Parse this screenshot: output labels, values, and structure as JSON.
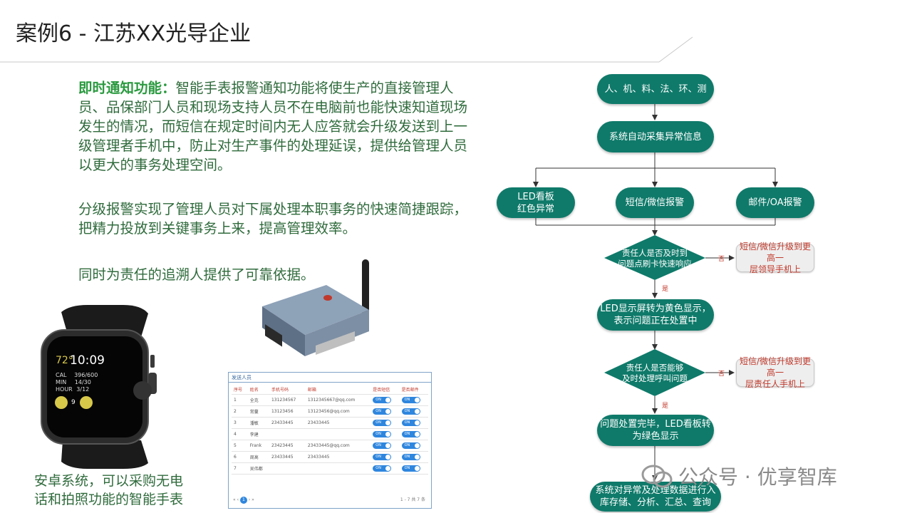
{
  "title": "案例6 -  江苏XX光导企业",
  "para1": {
    "bold": "即时通知功能：",
    "text": "智能手表报警通知功能将使生产的直接管理人员、品保部门人员和现场支持人员不在电脑前也能快速知道现场发生的情况，而短信在规定时间内无人应答就会升级发送到上一级管理者手机中，防止对生产事件的处理延误，提供给管理人员以更大的事务处理空间。"
  },
  "para2": "分级报警实现了管理人员对下属处理本职事务的快速简捷跟踪，把精力投放到关键事务上来，提高管理效率。",
  "para3": "同时为责任的追溯人提供了可靠依据。",
  "caption_line1": "安卓系统，可以采购无电",
  "caption_line2": "话和拍照功能的智能手表",
  "watch": {
    "temp": "72°",
    "time": "10:09",
    "cal": "CAL",
    "cal_v": "396/600",
    "min": "MIN",
    "min_v": "14/30",
    "hour": "HOUR",
    "hour_v": "3/12",
    "num": "9"
  },
  "table": {
    "title": "发送人员",
    "headers": [
      "序号",
      "姓名",
      "手机号码",
      "邮箱",
      "是否短信",
      "是否邮件"
    ],
    "toggle_label": "ON",
    "rows": [
      {
        "no": "1",
        "name": "全克",
        "phone": "131234567",
        "email": "1312345667@qq.com",
        "sms": true,
        "mail": true
      },
      {
        "no": "2",
        "name": "常蔓",
        "phone": "13123456",
        "email": "13123456@qq.com",
        "sms": true,
        "mail": true
      },
      {
        "no": "3",
        "name": "潘敏",
        "phone": "23433445",
        "email": "23433445",
        "sms": true,
        "mail": true
      },
      {
        "no": "4",
        "name": "李建",
        "phone": "",
        "email": "",
        "sms": true,
        "mail": true
      },
      {
        "no": "5",
        "name": "Frank",
        "phone": "23423445",
        "email": "23433445@qq.com",
        "sms": true,
        "mail": true
      },
      {
        "no": "6",
        "name": "周高",
        "phone": "23433445",
        "email": "23433445",
        "sms": true,
        "mail": true
      },
      {
        "no": "7",
        "name": "吴伟都",
        "phone": "",
        "email": "",
        "sms": true,
        "mail": true
      }
    ],
    "page": "1",
    "count": "1 - 7 共 7 条"
  },
  "flow": {
    "n1": "人、机、料、法、环、测",
    "n2": "系统自动采集异常信息",
    "n3a_1": "LED看板",
    "n3a_2": "红色异常",
    "n3b": "短信/微信报警",
    "n3c": "邮件/OA报警",
    "d1_1": "责任人是否及时到",
    "d1_2": "问题点刷卡快速响应",
    "r1_1": "短信/微信升级到更高一",
    "r1_2": "层领导手机上",
    "n4_1": "LED显示屏转为黄色显示，",
    "n4_2": "表示问题正在处置中",
    "d2_1": "责任人是否能够",
    "d2_2": "及时处理呼叫问题",
    "r2_1": "短信/微信升级到更高一",
    "r2_2": "层责任人手机上",
    "n5_1": "问题处置完毕，LED看板转",
    "n5_2": "为绿色显示",
    "n6_1": "系统对异常及处理数据进行入",
    "n6_2": "库存储、分析、汇总、查询",
    "no": "否",
    "yes": "是"
  },
  "watermark": "公众号 · 优享智库"
}
